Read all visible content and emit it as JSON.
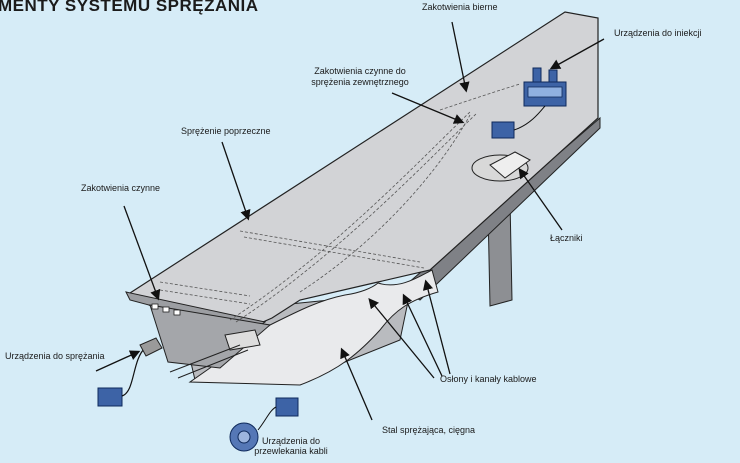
{
  "title": "MENTY SYSTEMU SPRĘŻANIA",
  "labels": {
    "passive_anchors": "Zakotwienia bierne",
    "injection_devices": "Urządzenia do iniekcji",
    "external_anchors_line1": "Zakotwienia czynne do",
    "external_anchors_line2": "sprężenia zewnętrznego",
    "transverse_prestress": "Sprężenie poprzeczne",
    "active_anchors": "Zakotwienia czynne",
    "couplers": "Łączniki",
    "stressing_devices": "Urządzenia do sprężania",
    "ducts": "Osłony i kanały kablowe",
    "strand": "Stal sprężająca, cięgna",
    "threading_line1": "Urządzenia do",
    "threading_line2": "przewlekania kabli"
  },
  "colors": {
    "background": "#d6ecf7",
    "bridge_top": "#d2d3d6",
    "bridge_side": "#8d8f93",
    "machine_blue": "#3d63a6",
    "line": "#111111"
  }
}
